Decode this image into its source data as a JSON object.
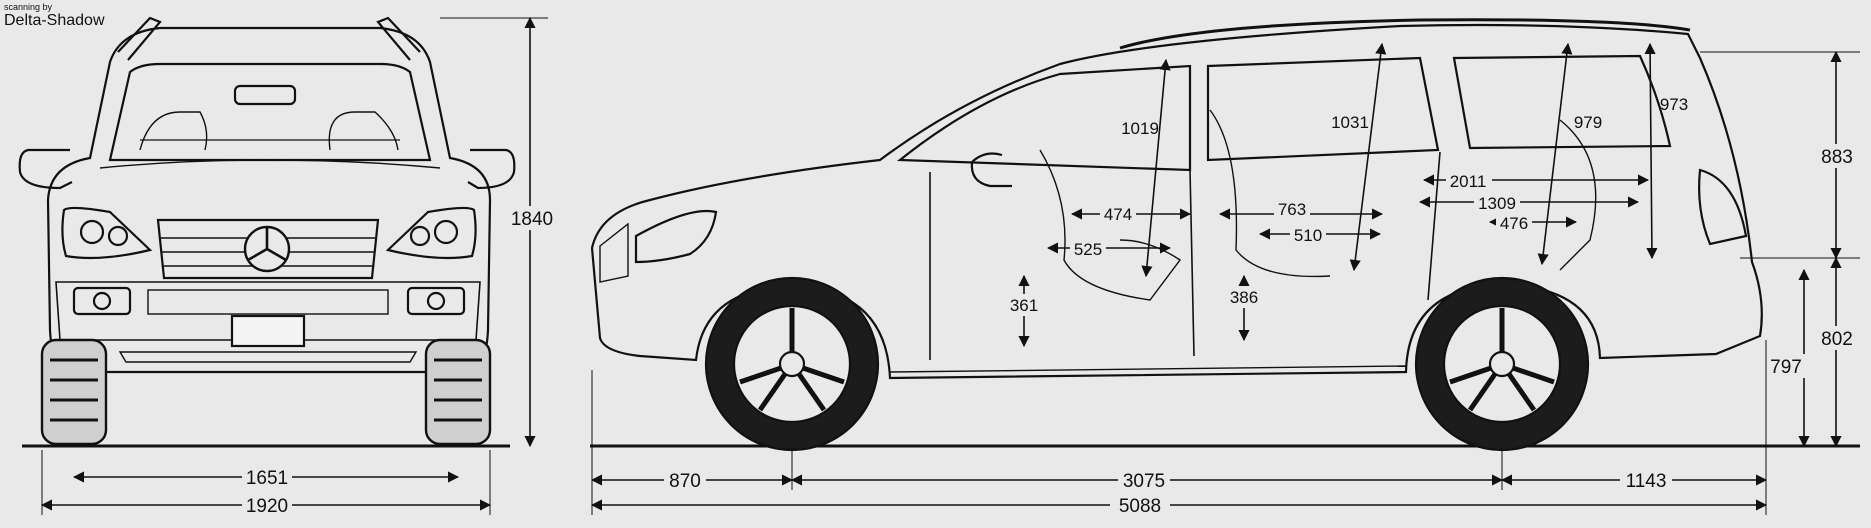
{
  "credit": {
    "line1": "scanning by",
    "line2": "Delta-Shadow"
  },
  "dimensions": {
    "front_height": "1840",
    "front_track": "1651",
    "front_width": "1920",
    "front_overhang": "870",
    "wheelbase": "3075",
    "rear_overhang": "1143",
    "overall_length": "5088",
    "rear_upper_height": "883",
    "rear_lower_height": "802",
    "rear_sill_height": "797",
    "headroom_front": "1019",
    "headroom_second": "1031",
    "headroom_third": "979",
    "headroom_rear": "973",
    "front_seat_depth": "474",
    "front_legroom": "525",
    "front_seat_height": "361",
    "second_row_length": "763",
    "second_seat_depth": "510",
    "second_seat_height": "386",
    "cargo_length_max": "2011",
    "cargo_length": "1309",
    "third_seat_depth": "476"
  },
  "colors": {
    "paper": "#e9e9e9",
    "ink": "#111111"
  }
}
